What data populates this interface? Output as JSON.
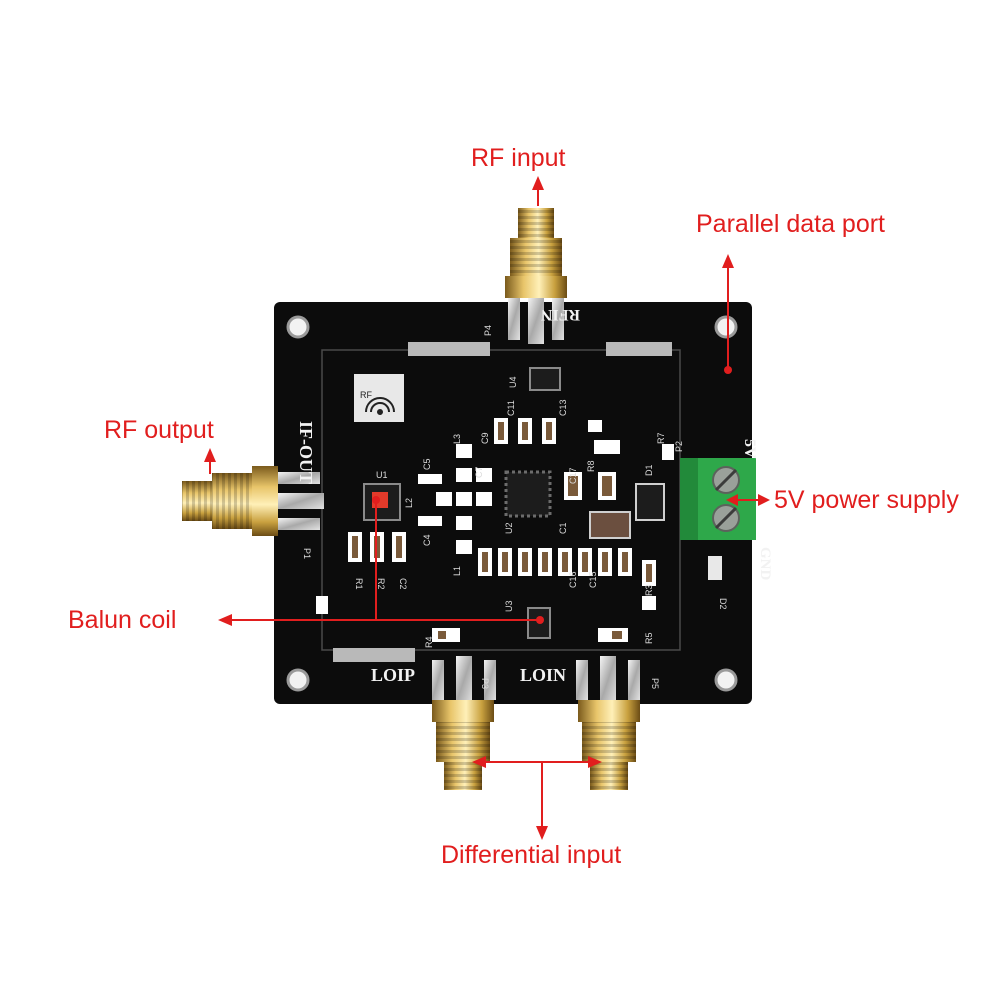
{
  "callouts": {
    "rf_input": "RF input",
    "parallel_data_port": "Parallel data port",
    "rf_output": "RF output",
    "power_supply": "5V power supply",
    "balun_coil": "Balun coil",
    "differential_input": "Differential input"
  },
  "silkscreen": {
    "rfin": "RFIN",
    "if_out": "IF-OUT",
    "loip": "LOIP",
    "loin": "LOIN",
    "five_v": "5V",
    "gnd": "GND",
    "p1": "P1",
    "p2": "P2",
    "p3": "P3",
    "p4": "P4",
    "p5": "P5",
    "u1": "U1",
    "u2": "U2",
    "u3": "U3",
    "u4": "U4",
    "d1": "D1",
    "d2": "D2",
    "r1": "R1",
    "r2": "R2",
    "r3": "R3",
    "r4": "R4",
    "r5": "R5",
    "r7": "R7",
    "r8": "R8",
    "c1": "C1",
    "c2": "C2",
    "c4": "C4",
    "c5": "C5",
    "c7": "C7",
    "c9": "C9",
    "c11": "C11",
    "c13": "C13",
    "c15": "C15",
    "c16": "C16",
    "c17": "C17",
    "l1": "L1",
    "l2": "L2",
    "l3": "L3",
    "rf_logo": "RF"
  },
  "colors": {
    "annotation": "#e11e1e",
    "pcb": "#0c0c0c",
    "terminal": "#2ea84a",
    "gold": "#c9a13f"
  }
}
